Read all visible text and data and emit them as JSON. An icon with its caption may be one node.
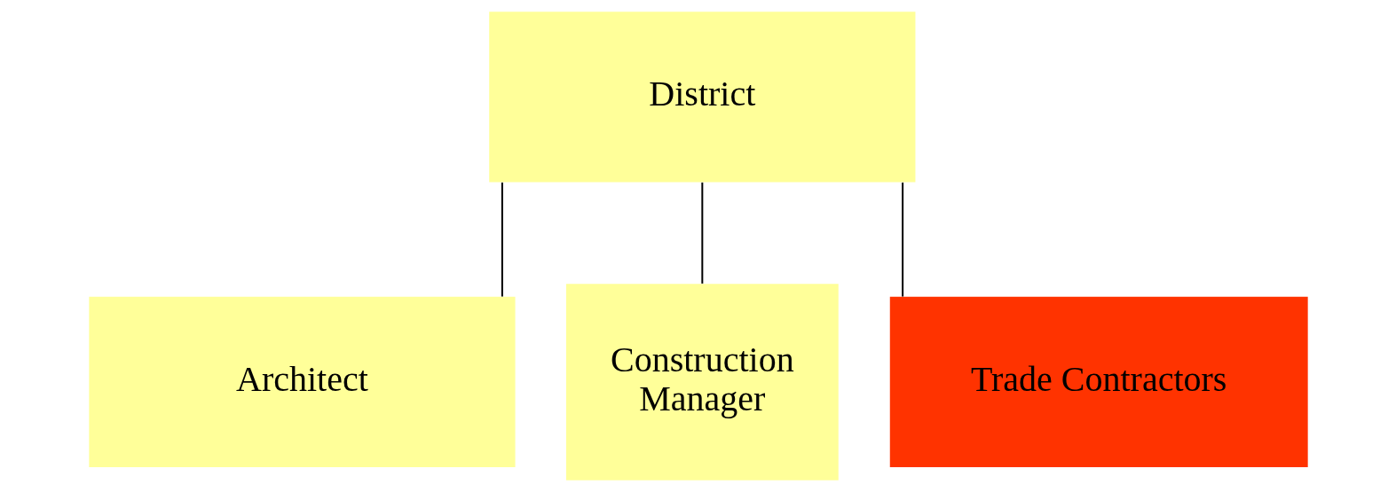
{
  "diagram": {
    "nodes": [
      {
        "text": [
          "District"
        ]
      },
      {
        "text": [
          "Architect"
        ]
      },
      {
        "text": [
          "Construction Manager"
        ]
      },
      {
        "text": [
          "Trade Contractors"
        ]
      }
    ],
    "edges": [
      {
        "from": 0,
        "to": 1,
        "arrow": "none"
      },
      {
        "from": 0,
        "to": 2,
        "arrow": "none"
      },
      {
        "from": 0,
        "to": 3,
        "arrow": "none"
      }
    ]
  }
}
